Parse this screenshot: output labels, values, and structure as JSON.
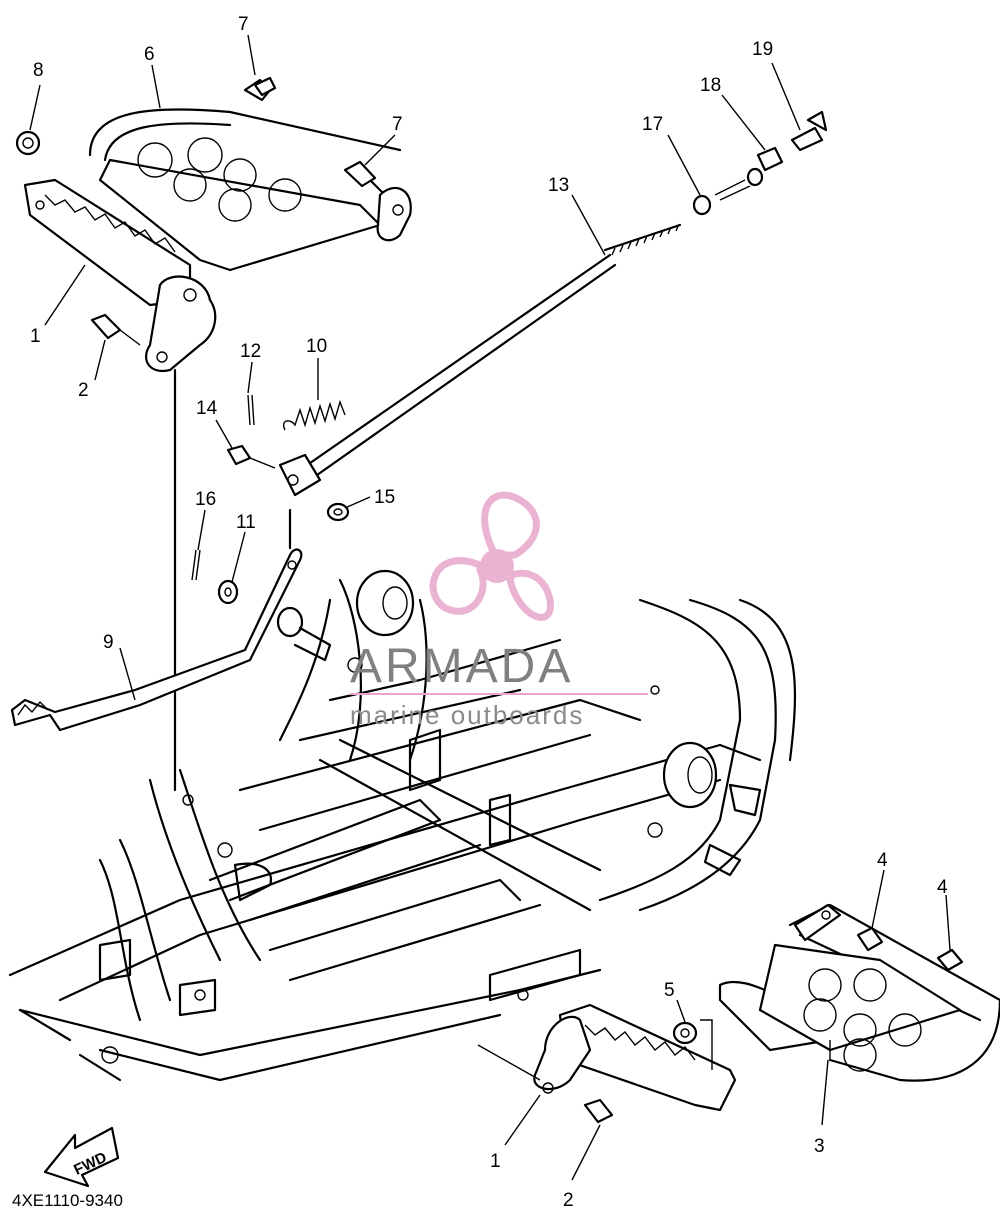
{
  "diagram": {
    "part_code": "4XE1110-9340",
    "fwd_label": "FWD",
    "watermark": {
      "brand": "ARMADA",
      "tagline": "marine outboards",
      "logo_icon": "propeller-icon",
      "logo_color": "#e8a6cb"
    },
    "callouts": [
      "8",
      "7",
      "6",
      "7",
      "19",
      "18",
      "17",
      "13",
      "1",
      "2",
      "12",
      "10",
      "14",
      "15",
      "16",
      "11",
      "9",
      "4",
      "4",
      "5",
      "1",
      "2",
      "3"
    ]
  }
}
